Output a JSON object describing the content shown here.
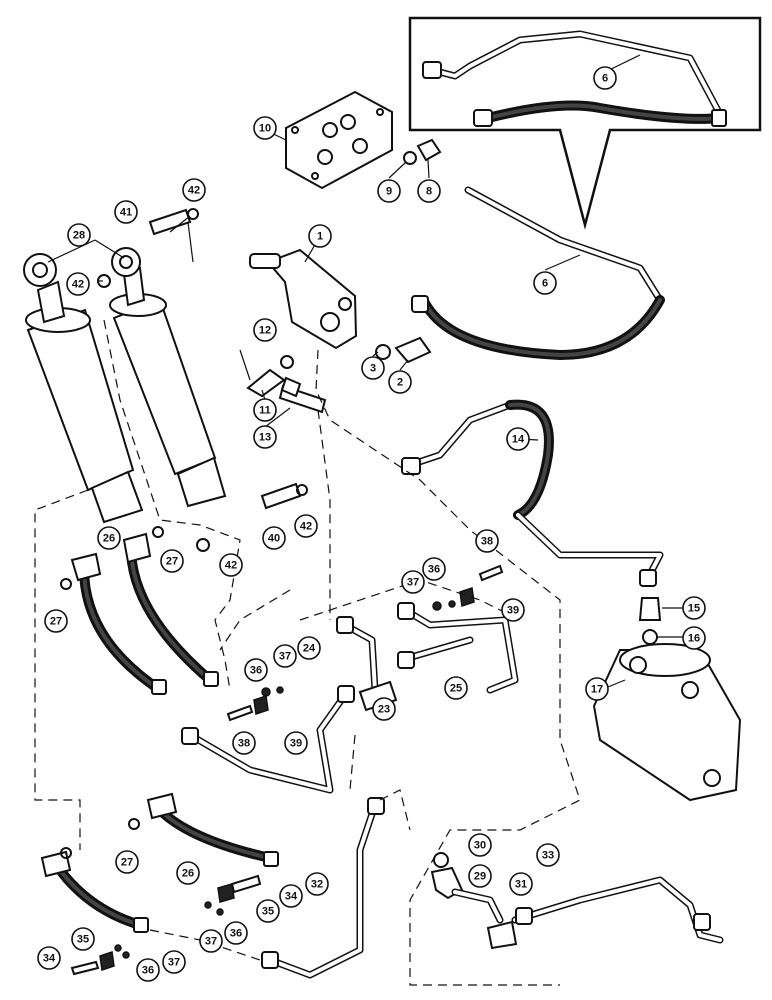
{
  "callouts": [
    {
      "id": "c1",
      "label": "1"
    },
    {
      "id": "c2",
      "label": "2"
    },
    {
      "id": "c3",
      "label": "3"
    },
    {
      "id": "c6a",
      "label": "6"
    },
    {
      "id": "c6b",
      "label": "6"
    },
    {
      "id": "c8",
      "label": "8"
    },
    {
      "id": "c9",
      "label": "9"
    },
    {
      "id": "c10",
      "label": "10"
    },
    {
      "id": "c11",
      "label": "11"
    },
    {
      "id": "c12",
      "label": "12"
    },
    {
      "id": "c13",
      "label": "13"
    },
    {
      "id": "c14",
      "label": "14"
    },
    {
      "id": "c15",
      "label": "15"
    },
    {
      "id": "c16",
      "label": "16"
    },
    {
      "id": "c17",
      "label": "17"
    },
    {
      "id": "c23",
      "label": "23"
    },
    {
      "id": "c24",
      "label": "24"
    },
    {
      "id": "c25",
      "label": "25"
    },
    {
      "id": "c26a",
      "label": "26"
    },
    {
      "id": "c26b",
      "label": "26"
    },
    {
      "id": "c27a",
      "label": "27"
    },
    {
      "id": "c27b",
      "label": "27"
    },
    {
      "id": "c27c",
      "label": "27"
    },
    {
      "id": "c28",
      "label": "28"
    },
    {
      "id": "c29",
      "label": "29"
    },
    {
      "id": "c30",
      "label": "30"
    },
    {
      "id": "c31",
      "label": "31"
    },
    {
      "id": "c32",
      "label": "32"
    },
    {
      "id": "c33",
      "label": "33"
    },
    {
      "id": "c34a",
      "label": "34"
    },
    {
      "id": "c34b",
      "label": "34"
    },
    {
      "id": "c35a",
      "label": "35"
    },
    {
      "id": "c35b",
      "label": "35"
    },
    {
      "id": "c36a",
      "label": "36"
    },
    {
      "id": "c36b",
      "label": "36"
    },
    {
      "id": "c36c",
      "label": "36"
    },
    {
      "id": "c36d",
      "label": "36"
    },
    {
      "id": "c37a",
      "label": "37"
    },
    {
      "id": "c37b",
      "label": "37"
    },
    {
      "id": "c37c",
      "label": "37"
    },
    {
      "id": "c37d",
      "label": "37"
    },
    {
      "id": "c38a",
      "label": "38"
    },
    {
      "id": "c38b",
      "label": "38"
    },
    {
      "id": "c39a",
      "label": "39"
    },
    {
      "id": "c39b",
      "label": "39"
    },
    {
      "id": "c40",
      "label": "40"
    },
    {
      "id": "c41",
      "label": "41"
    },
    {
      "id": "c42a",
      "label": "42"
    },
    {
      "id": "c42b",
      "label": "42"
    },
    {
      "id": "c42c",
      "label": "42"
    },
    {
      "id": "c42d",
      "label": "42"
    }
  ]
}
